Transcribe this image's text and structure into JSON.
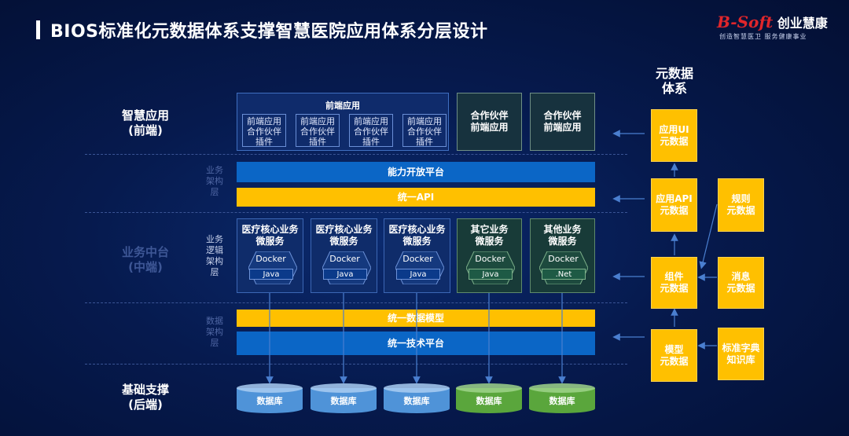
{
  "title": "BIOS标准化元数据体系支撑智慧医院应用体系分层设计",
  "logo": {
    "brand_mark": "B-Soft",
    "brand_name": "创业慧康",
    "slogan": "创造智慧医卫 服务健康事业"
  },
  "layers": {
    "front": "智慧应用\n(前端)",
    "middle_faint": "业务中台\n(中端)",
    "middle_logic": "业务\n逻辑\n架构\n层",
    "upper_faint": "业务\n架构\n层",
    "lower_faint": "数据\n架构\n层",
    "base": "基础支撑\n(后端)"
  },
  "front_apps": {
    "title": "前端应用",
    "plugins": [
      "前端应用\n合作伙伴\n插件",
      "前端应用\n合作伙伴\n插件",
      "前端应用\n合作伙伴\n插件",
      "前端应用\n合作伙伴\n插件"
    ],
    "partners": [
      "合作伙伴\n前端应用",
      "合作伙伴\n前端应用"
    ]
  },
  "bars": {
    "open_platform": "能力开放平台",
    "unified_api": "统一API",
    "unified_data_model": "统一数据模型",
    "unified_tech_platform": "统一技术平台"
  },
  "services": [
    {
      "title": "医疗核心业务\n微服务",
      "container": "Docker",
      "runtime": "Java",
      "variant": "blue"
    },
    {
      "title": "医疗核心业务\n微服务",
      "container": "Docker",
      "runtime": "Java",
      "variant": "blue"
    },
    {
      "title": "医疗核心业务\n微服务",
      "container": "Docker",
      "runtime": "Java",
      "variant": "blue"
    },
    {
      "title": "其它业务\n微服务",
      "container": "Docker",
      "runtime": "Java",
      "variant": "green"
    },
    {
      "title": "其他业务\n微服务",
      "container": "Docker",
      "runtime": ".Net",
      "variant": "green"
    }
  ],
  "databases": [
    {
      "label": "数据库",
      "color": "#4f93d8"
    },
    {
      "label": "数据库",
      "color": "#4f93d8"
    },
    {
      "label": "数据库",
      "color": "#4f93d8"
    },
    {
      "label": "数据库",
      "color": "#5aa63c"
    },
    {
      "label": "数据库",
      "color": "#5aa63c"
    }
  ],
  "metadata": {
    "title": "元数据\n体系",
    "app_ui": "应用UI\n元数据",
    "app_api": "应用API\n元数据",
    "component": "组件\n元数据",
    "model": "模型\n元数据",
    "rule": "规则\n元数据",
    "message": "消息\n元数据",
    "dictionary": "标准字典\n知识库"
  },
  "colors": {
    "blue_bar": "#0b66c6",
    "yellow": "#ffc000",
    "arrow": "#4a7fd0"
  }
}
